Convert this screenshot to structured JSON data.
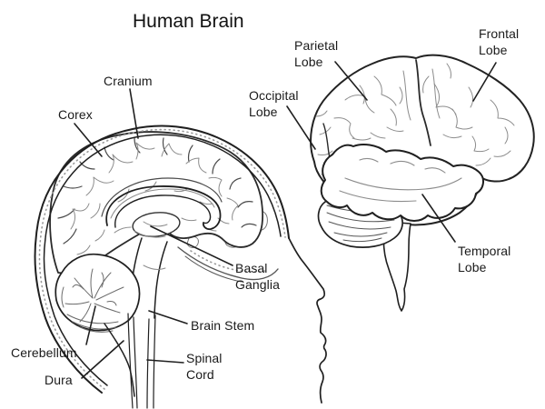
{
  "title": "Human Brain",
  "colors": {
    "outline": "#1f1f1f",
    "gyri": "#8c8c8c",
    "background": "#ffffff"
  },
  "sagittal_diagram": {
    "description": "sagittal cross-section of head",
    "labels": {
      "cranium": "Cranium",
      "corex": "Corex",
      "basal_ganglia": "Basal\nGanglia",
      "brain_stem": "Brain Stem",
      "cerebellum": "Cerebellum",
      "dura": "Dura",
      "spinal_cord": "Spinal\nCord"
    }
  },
  "lateral_diagram": {
    "description": "lateral view of brain",
    "labels": {
      "parietal_lobe": "Parietal\nLobe",
      "frontal_lobe": "Frontal\nLobe",
      "occipital_lobe": "Occipital\nLobe",
      "temporal_lobe": "Temporal\nLobe"
    }
  }
}
